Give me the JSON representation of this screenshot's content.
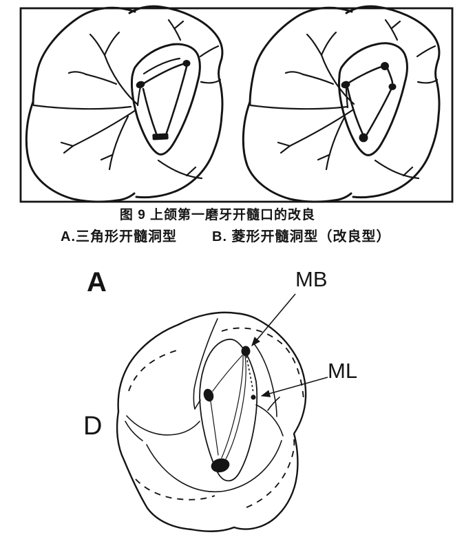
{
  "colors": {
    "ink": "#151515",
    "paper": "#ffffff"
  },
  "top_figure": {
    "caption": "图 9  上颌第一磨牙开髓口的改良",
    "panel_a_caption": "A.三角形开髓洞型",
    "panel_b_caption": "B. 菱形开髓洞型（改良型）"
  },
  "bottom_figure": {
    "panel_letter": "A",
    "label_mb": "MB",
    "label_ml": "ML",
    "label_d": "D"
  }
}
